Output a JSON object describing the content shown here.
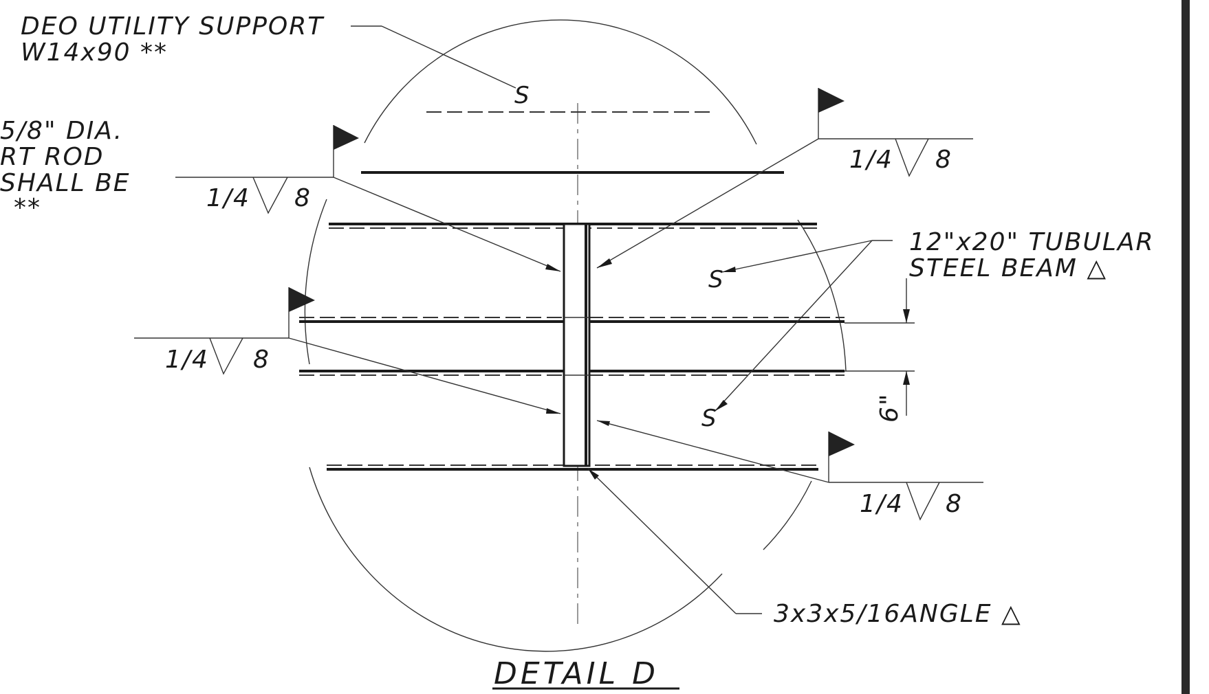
{
  "labels": {
    "utility_support_line1": "DEO UTILITY SUPPORT",
    "utility_support_line2": "W14x90 **",
    "rod_line1": "5/8\" DIA.",
    "rod_line2": "RT ROD",
    "rod_line3": "SHALL BE",
    "rod_line4": "**",
    "tubular_line1": "12\"x20\" TUBULAR",
    "tubular_line2": "STEEL BEAM △",
    "angle": "3x3x5/16ANGLE △",
    "dimension": "6\"",
    "title": "DETAIL D",
    "section_mark_1": "S",
    "section_mark_2": "S",
    "section_mark_3": "S"
  },
  "welds": [
    {
      "size": "1/4",
      "length": "8"
    },
    {
      "size": "1/4",
      "length": "8"
    },
    {
      "size": "1/4",
      "length": "8"
    },
    {
      "size": "1/4",
      "length": "8"
    }
  ]
}
